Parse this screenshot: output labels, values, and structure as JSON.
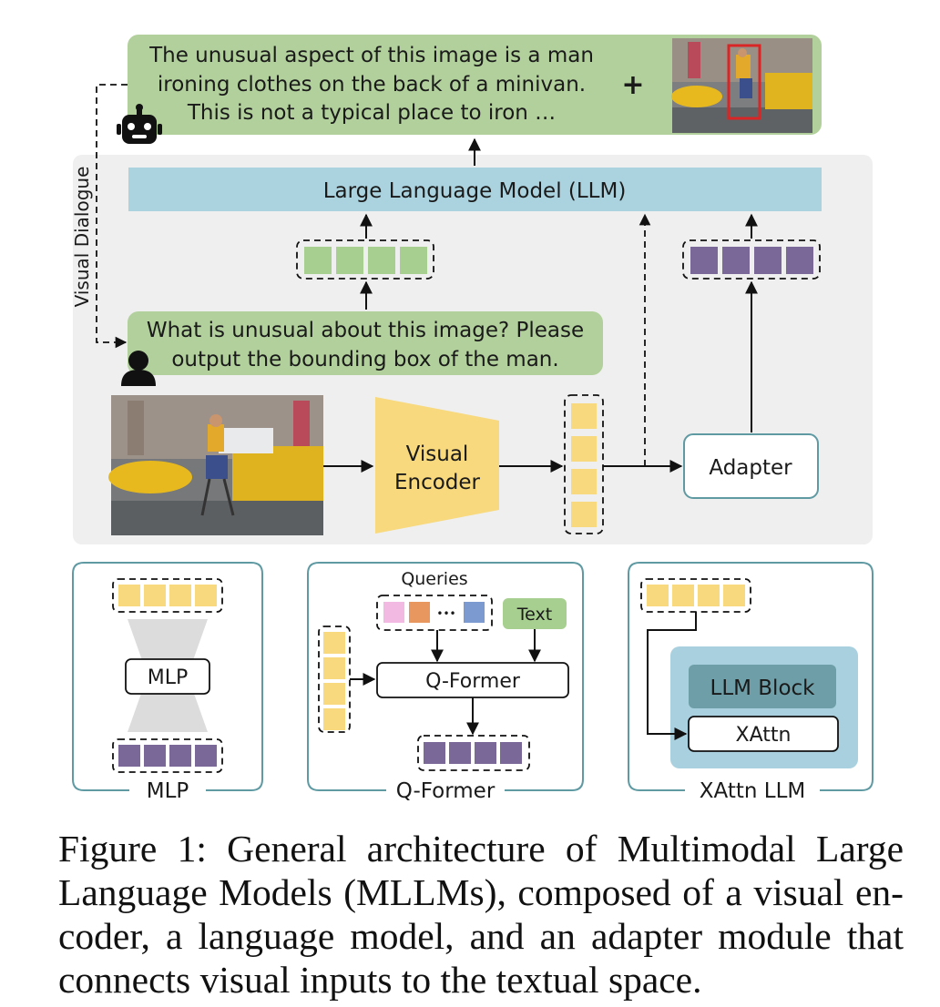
{
  "response": {
    "text_lines": [
      "The unusual aspect of this image is a man",
      "ironing clothes on the back of a minivan.",
      "This is not a typical place to iron …"
    ],
    "plus": "+"
  },
  "question": {
    "text_lines": [
      "What is unusual about this image? Please",
      "output the bounding box of the man."
    ]
  },
  "side_label": "Visual Dialogue",
  "llm_label": "Large Language Model (LLM)",
  "encoder_label_lines": [
    "Visual",
    "Encoder"
  ],
  "adapter_label": "Adapter",
  "panels": {
    "mlp": {
      "title": "MLP",
      "block_label": "MLP"
    },
    "qformer": {
      "title": "Q-Former",
      "block_label": "Q-Former",
      "queries_label": "Queries",
      "text_label": "Text",
      "ellipsis": "•••"
    },
    "xattn": {
      "title": "XAttn LLM",
      "llm_block_label": "LLM Block",
      "xattn_label": "XAttn"
    }
  },
  "icons": {
    "bot": "robot-icon",
    "user": "user-icon"
  },
  "colors": {
    "green_bubble": "#b1d09b",
    "llm_blue": "#abd3df",
    "token_green": "#a7cf8f",
    "token_purple": "#7a6898",
    "token_yellow": "#f8d97d",
    "encoder_yellow": "#f8d97d",
    "panel_border": "#5f9aa3",
    "bg_gray": "#efefef",
    "xattn_bg": "#a9d0de",
    "llm_block": "#6e9fa8"
  },
  "caption": "Figure 1: General architecture of Multimodal Large Language Models (MLLMs), composed of a visual en­coder, a language model, and an adapter module that connects visual inputs to the textual space."
}
